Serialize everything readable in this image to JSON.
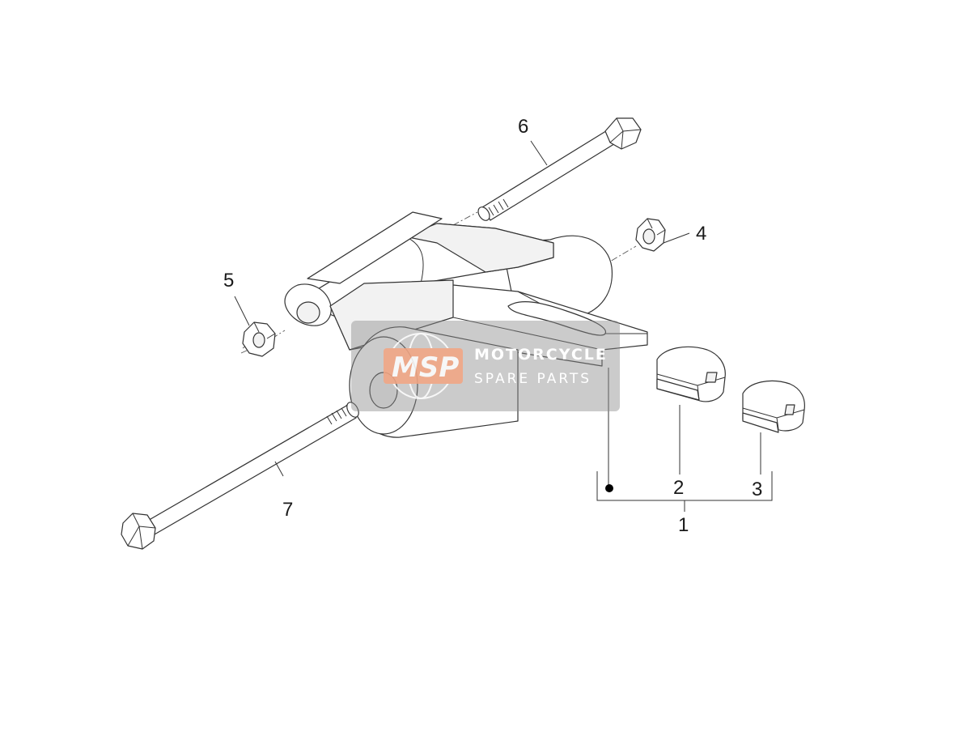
{
  "diagram": {
    "callouts": [
      {
        "id": "callout-1",
        "text": "1"
      },
      {
        "id": "callout-2",
        "text": "2"
      },
      {
        "id": "callout-3",
        "text": "3"
      },
      {
        "id": "callout-4",
        "text": "4"
      },
      {
        "id": "callout-5",
        "text": "5"
      },
      {
        "id": "callout-6",
        "text": "6"
      },
      {
        "id": "callout-7",
        "text": "7"
      }
    ]
  },
  "watermark": {
    "logo": "MSP",
    "title": "MOTORCYCLE",
    "subtitle": "SPARE PARTS",
    "logo_color": "#f4a582",
    "panel_color": "#8c8c8c"
  }
}
